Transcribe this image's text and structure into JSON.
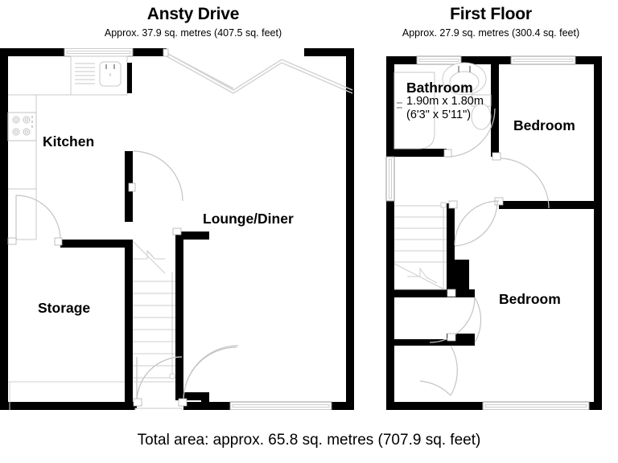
{
  "document": {
    "type": "floor-plan",
    "background_color": "#ffffff",
    "wall_color": "#000000",
    "fixture_line_color": "#c8c8c8",
    "text_color": "#000000"
  },
  "plans": [
    {
      "id": "ground",
      "title": "Ansty Drive",
      "subtitle": "Approx. 37.9 sq. metres (407.5 sq. feet)",
      "rooms": [
        {
          "name": "Kitchen",
          "label": "Kitchen"
        },
        {
          "name": "Lounge/Diner",
          "label": "Lounge/Diner"
        },
        {
          "name": "Storage",
          "label": "Storage"
        }
      ]
    },
    {
      "id": "first",
      "title": "First Floor",
      "subtitle": "Approx. 27.9 sq. metres (300.4 sq. feet)",
      "rooms": [
        {
          "name": "Bathroom",
          "label": "Bathroom",
          "dimensions_metric": "1.90m x 1.80m",
          "dimensions_imperial": "(6'3\" x 5'11\")"
        },
        {
          "name": "Bedroom 1",
          "label": "Bedroom"
        },
        {
          "name": "Bedroom 2",
          "label": "Bedroom"
        }
      ]
    }
  ],
  "footer": {
    "total_area": "Total area: approx. 65.8 sq. metres (707.9 sq. feet)"
  }
}
